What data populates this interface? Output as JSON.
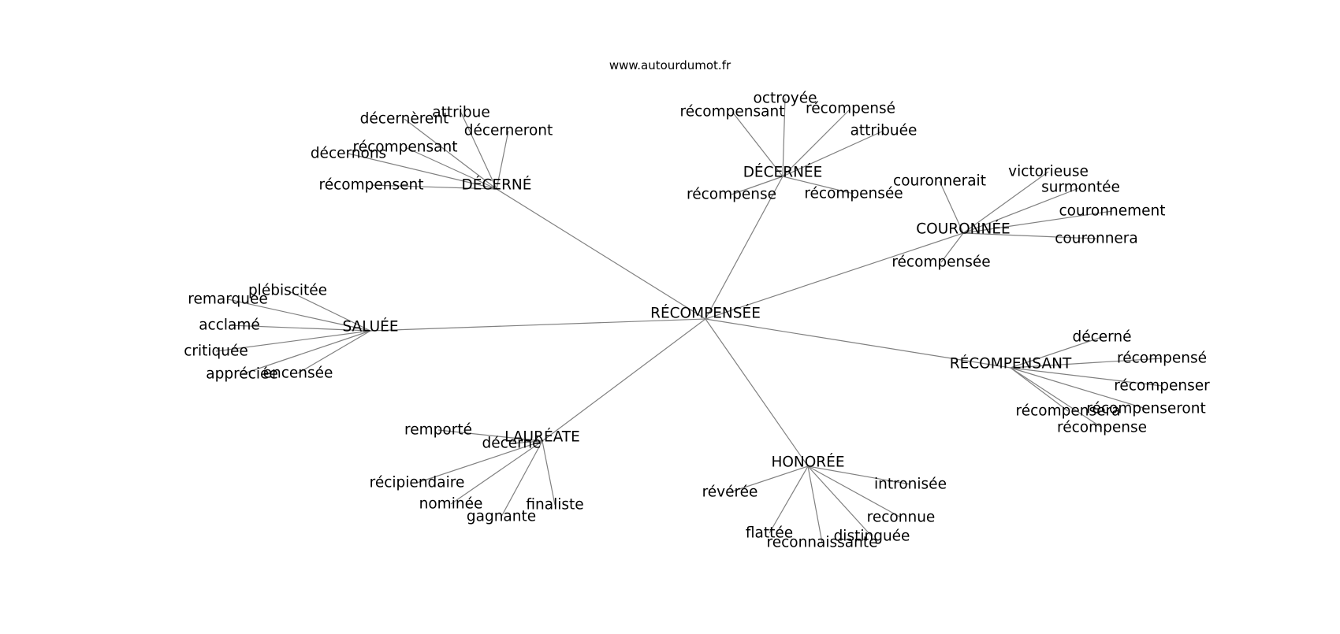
{
  "source": "www.autourdumot.fr",
  "colors": {
    "edge": "#808080",
    "text": "#000000",
    "background": "#ffffff"
  },
  "center": "RÉCOMPENSÉE",
  "groups": [
    {
      "hub": "DÉCERNÉ",
      "words": [
        "décernèrent",
        "attribue",
        "décerneront",
        "récompensant",
        "décernons",
        "récompensent"
      ]
    },
    {
      "hub": "DÉCERNÉE",
      "words": [
        "octroyée",
        "récompensant",
        "récompensé",
        "attribuée",
        "récompense",
        "récompensée"
      ]
    },
    {
      "hub": "COURONNÉE",
      "words": [
        "couronnerait",
        "victorieuse",
        "surmontée",
        "couronnement",
        "couronnera",
        "récompensée"
      ]
    },
    {
      "hub": "RÉCOMPENSANT",
      "words": [
        "décerné",
        "récompensé",
        "récompenser",
        "récompenseront",
        "récompensera",
        "récompense"
      ]
    },
    {
      "hub": "HONORÉE",
      "words": [
        "intronisée",
        "révérée",
        "reconnue",
        "flattée",
        "distinguée",
        "reconnaissante"
      ]
    },
    {
      "hub": "LAURÉATE",
      "words": [
        "remporté",
        "décerné",
        "récipiendaire",
        "nominée",
        "finaliste",
        "gagnante"
      ]
    },
    {
      "hub": "SALUÉE",
      "words": [
        "plébiscitée",
        "remarquée",
        "acclamé",
        "critiquée",
        "appréciée",
        "encensée"
      ]
    }
  ]
}
